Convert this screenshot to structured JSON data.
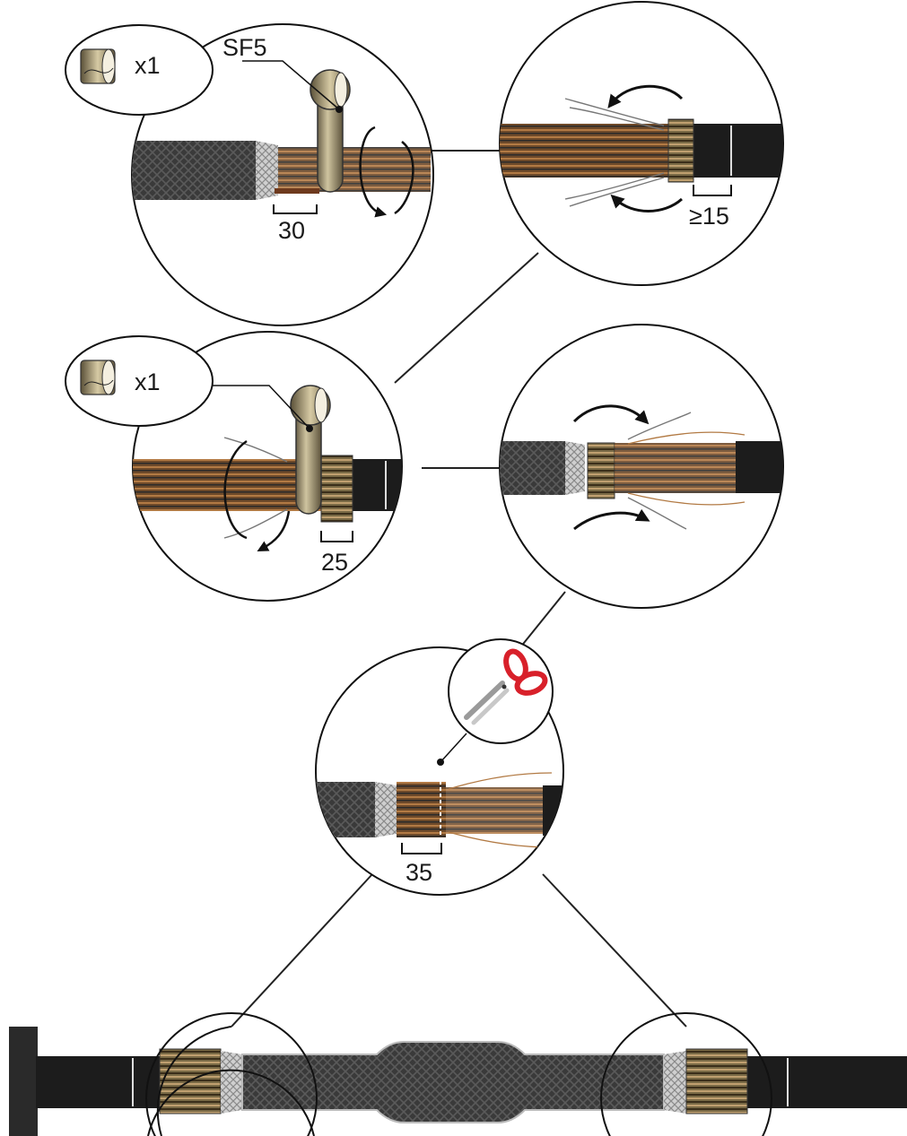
{
  "step1": {
    "qty": "x1",
    "part": "SF5",
    "dimension": "30"
  },
  "step2": {
    "dimension": "≥15"
  },
  "step3": {
    "qty": "x1",
    "dimension": "25"
  },
  "step5": {
    "dimension": "35"
  },
  "colors": {
    "braid": "#3c3c3c",
    "cable_jacket": "#1c1c1c",
    "copper_wire": "#9a6a3a",
    "ring": "#8c8264",
    "scissors_handle": "#d8202a"
  }
}
